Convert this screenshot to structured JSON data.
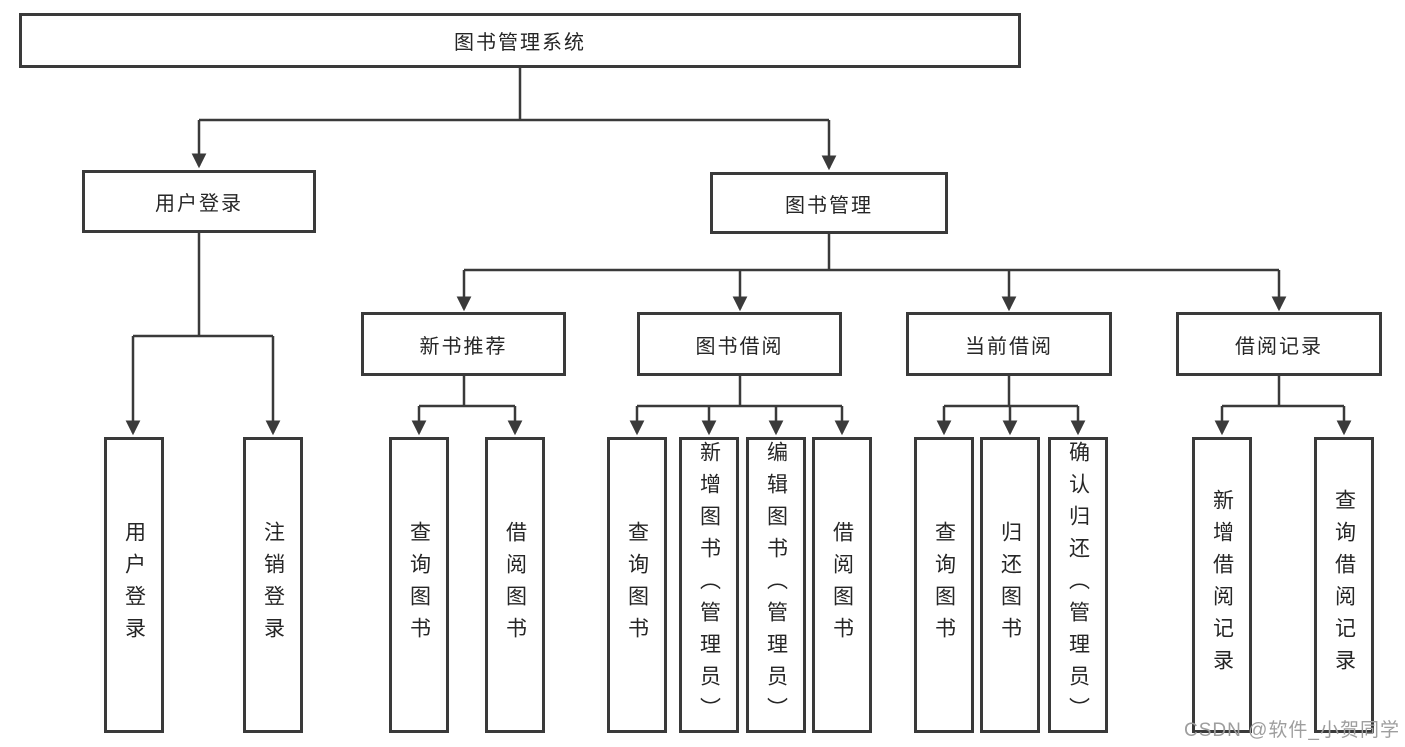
{
  "diagram_type": "hierarchy-tree",
  "tree": {
    "root": {
      "label": "图书管理系统"
    },
    "branches": [
      {
        "label": "用户登录",
        "children": [
          {
            "label": "用户登录"
          },
          {
            "label": "注销登录"
          }
        ]
      },
      {
        "label": "图书管理",
        "children": [
          {
            "label": "新书推荐",
            "children": [
              {
                "label": "查询图书"
              },
              {
                "label": "借阅图书"
              }
            ]
          },
          {
            "label": "图书借阅",
            "children": [
              {
                "label": "查询图书"
              },
              {
                "label": "新增图书（管理员）"
              },
              {
                "label": "编辑图书（管理员）"
              },
              {
                "label": "借阅图书"
              }
            ]
          },
          {
            "label": "当前借阅",
            "children": [
              {
                "label": "查询图书"
              },
              {
                "label": "归还图书"
              },
              {
                "label": "确认归还（管理员）"
              }
            ]
          },
          {
            "label": "借阅记录",
            "children": [
              {
                "label": "新增借阅记录"
              },
              {
                "label": "查询借阅记录"
              }
            ]
          }
        ]
      }
    ]
  },
  "colors": {
    "line": "#3a3a3a",
    "box_border": "#3a3a3a",
    "text": "#262626",
    "watermark": "#9e9e9e"
  },
  "watermark": {
    "text": "CSDN @软件_小贺同学"
  }
}
